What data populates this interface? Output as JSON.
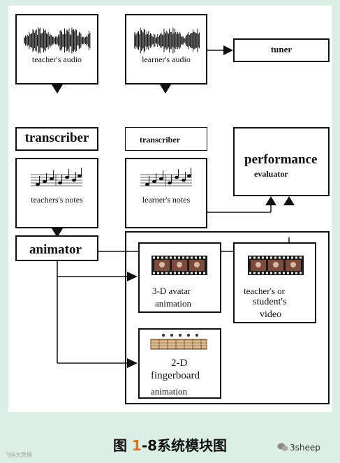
{
  "diagram": {
    "teacher_audio": "teacher's audio",
    "learner_audio": "learner's audio",
    "tuner": "tuner",
    "transcriber_left": "transcriber",
    "transcriber_right": "transcriber",
    "performance_title": "performance",
    "performance_sub": "evaluator",
    "teacher_notes": "teachers's notes",
    "learner_notes": "learner's notes",
    "animator": "animator",
    "avatar_anim_l1": "3-D  avatar",
    "avatar_anim_l2": "animation",
    "video_l1": "teacher's or",
    "video_l2": "student's",
    "video_l3": "video",
    "finger_l1": "2-D",
    "finger_l2": "fingerboard",
    "finger_l3": "animation"
  },
  "caption": {
    "prefix": "图 ",
    "number": "1",
    "suffix": "-8系统模块图"
  },
  "watermark_left": "飞扬大数据",
  "watermark_right": "3sheep",
  "icons": [
    "audio-waveform-icon",
    "music-notes-icon",
    "film-strip-icon",
    "fingerboard-icon",
    "wechat-icon"
  ]
}
